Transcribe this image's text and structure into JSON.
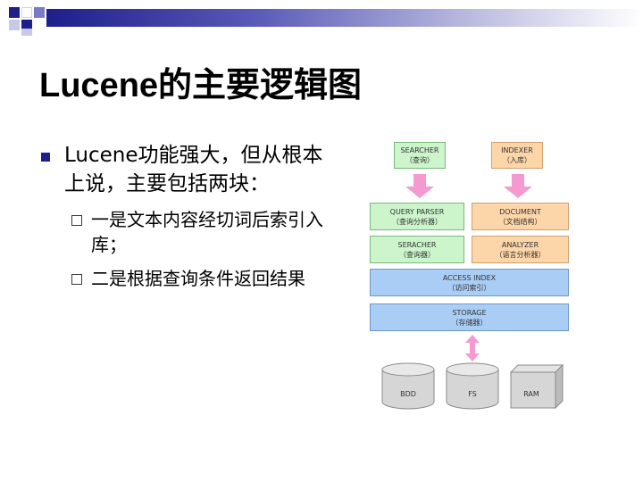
{
  "title": "Lucene的主要逻辑图",
  "bullets": [
    {
      "text": "Lucene功能强大，但从根本上说，主要包括两块：",
      "children": [
        "一是文本内容经切词后索引入库；",
        "二是根据查询条件返回结果"
      ]
    }
  ],
  "diagram": {
    "searcher_top": {
      "name": "SEARCHER",
      "sub": "（查询）"
    },
    "indexer": {
      "name": "INDEXER",
      "sub": "（入库）"
    },
    "query_parser": {
      "name": "QUERY PARSER",
      "sub": "（查询分析器）"
    },
    "document": {
      "name": "DOCUMENT",
      "sub": "（文档结构）"
    },
    "serach": {
      "name": "SERACHER",
      "sub": "（查询器）"
    },
    "analyzer": {
      "name": "ANALYZER",
      "sub": "（语言分析器）"
    },
    "access_index": {
      "name": "ACCESS INDEX",
      "sub": "（访问索引）"
    },
    "storage": {
      "name": "STORAGE",
      "sub": "（存储器）"
    },
    "stores": [
      "BDD",
      "FS",
      "RAM"
    ]
  },
  "colors": {
    "bullet": "#1e1e8c",
    "green_box": "#ccf5cc",
    "orange_box": "#fcd5a8",
    "blue_box": "#a9cdf5",
    "pink_arrow": "#f49ad0"
  }
}
